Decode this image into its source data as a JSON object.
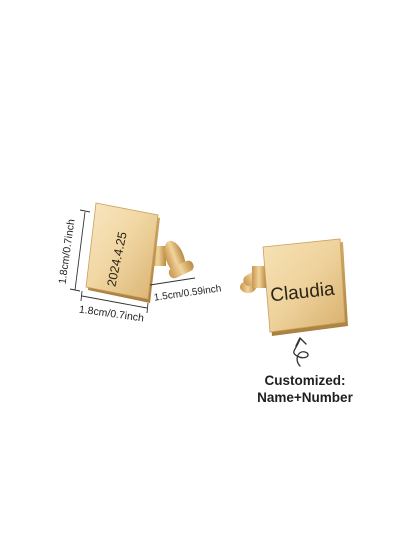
{
  "engraving": {
    "left_text": "2024.4.25",
    "right_text": "Claudia"
  },
  "dimensions": {
    "height_label": "1.8cm/0.7inch",
    "width_label": "1.8cm/0.7inch",
    "depth_label": "1.5cm/0.59inch"
  },
  "caption": {
    "line1": "Customized:",
    "line2": "Name+Number"
  },
  "colors": {
    "gold_light": "#f7e3ba",
    "gold_mid": "#e8c98e",
    "gold_dark": "#c79c58",
    "engrave_text": "#2b2418"
  }
}
